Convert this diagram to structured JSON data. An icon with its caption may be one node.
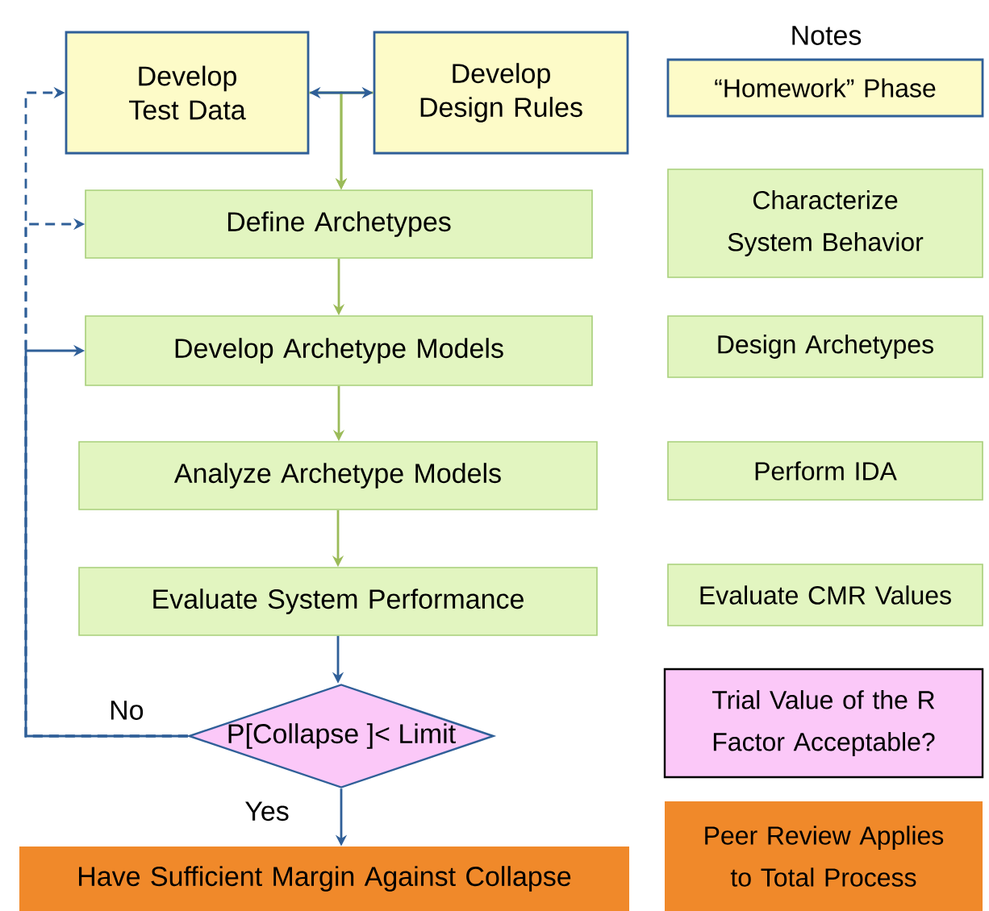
{
  "diagram": {
    "nodes": [
      {
        "text": [
          "Develop Test Data"
        ]
      },
      {
        "text": [
          "Develop Design Rules"
        ]
      },
      {
        "text": [
          "Define Archetypes"
        ]
      },
      {
        "text": [
          "Develop Archetype Models"
        ]
      },
      {
        "text": [
          "Analyze Archetype Models"
        ]
      },
      {
        "text": [
          "Evaluate System Performance"
        ]
      },
      {
        "text": [
          "P[Collapse ]< Limit"
        ]
      },
      {
        "text": [
          "Have Sufficient Margin Against Collapse"
        ]
      },
      {
        "text": [
          "“Homework” Phase"
        ]
      },
      {
        "text": [
          "Characterize System Behavior"
        ]
      },
      {
        "text": [
          "Design Archetypes"
        ]
      },
      {
        "text": [
          "Perform IDA"
        ]
      },
      {
        "text": [
          "Evaluate CMR Values"
        ]
      },
      {
        "text": [
          "Trial Value of the R Factor Acceptable?"
        ]
      },
      {
        "text": [
          "Peer Review Applies to Total Process"
        ]
      }
    ],
    "edges": [
      {
        "from": 0,
        "to": 1,
        "arrow": "both"
      },
      {
        "from": 0,
        "to": 2,
        "arrow": "to",
        "color": "#9bbb59"
      },
      {
        "from": 1,
        "to": 2,
        "arrow": "to",
        "color": "#9bbb59"
      },
      {
        "from": 2,
        "to": 3,
        "arrow": "to",
        "color": "#9bbb59"
      },
      {
        "from": 3,
        "to": 4,
        "arrow": "to",
        "color": "#9bbb59"
      },
      {
        "from": 4,
        "to": 5,
        "arrow": "to",
        "color": "#9bbb59"
      },
      {
        "from": 5,
        "to": 6,
        "arrow": "to"
      },
      {
        "from": 6,
        "to": 7,
        "arrow": "to",
        "label": "Yes"
      },
      {
        "from": 6,
        "to": 3,
        "arrow": "to",
        "label": "No"
      },
      {
        "from": 6,
        "to": 2,
        "arrow": "to",
        "style": "dashed"
      },
      {
        "from": 6,
        "to": 0,
        "arrow": "to",
        "style": "dashed"
      }
    ],
    "labels": [
      "Notes"
    ]
  }
}
